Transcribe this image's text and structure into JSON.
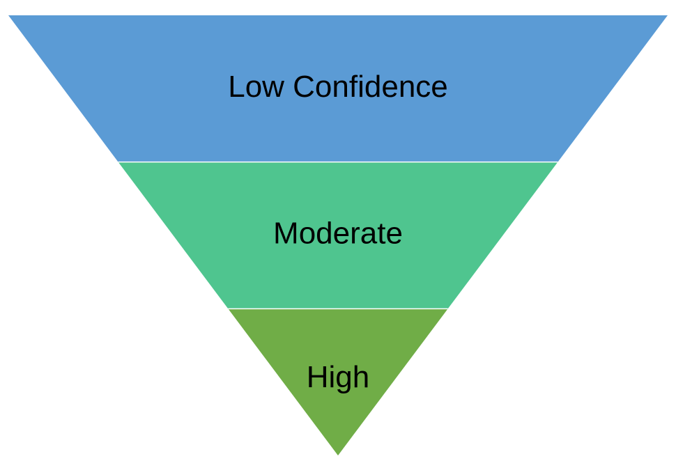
{
  "diagram": {
    "levels": [
      {
        "label": "Low Confidence",
        "color": "#5b9bd5"
      },
      {
        "label": "Moderate",
        "color": "#4fc58f"
      },
      {
        "label": "High",
        "color": "#70ad47"
      }
    ],
    "separator_color": "#ffffff"
  }
}
